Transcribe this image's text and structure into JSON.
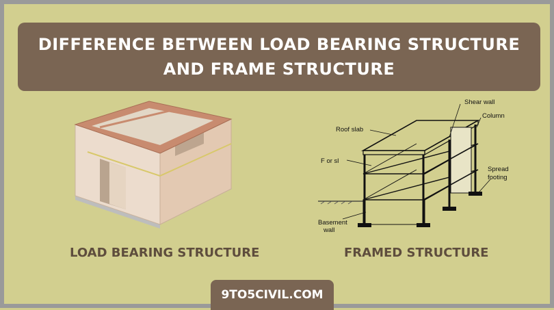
{
  "title": "DIFFERENCE BETWEEN LOAD BEARING STRUCTURE AND FRAME STRUCTURE",
  "left_figure": {
    "caption": "LOAD BEARING STRUCTURE",
    "icon": "load-bearing-house-illustration"
  },
  "right_figure": {
    "caption": "FRAMED STRUCTURE",
    "icon": "framed-structure-diagram",
    "labels": {
      "shear_wall": "Shear wall",
      "column": "Column",
      "roof_slab": "Roof slab",
      "floor_slab": "F   or sl",
      "spread_footing_1": "Spread",
      "spread_footing_2": "footing",
      "basement_wall_1": "Basement",
      "basement_wall_2": "wall"
    }
  },
  "site": "9TO5CIVIL.COM",
  "colors": {
    "background": "#d2cf8f",
    "banner": "#7a6553",
    "caption_text": "#5e4d3d",
    "border": "#9a9a9a"
  }
}
